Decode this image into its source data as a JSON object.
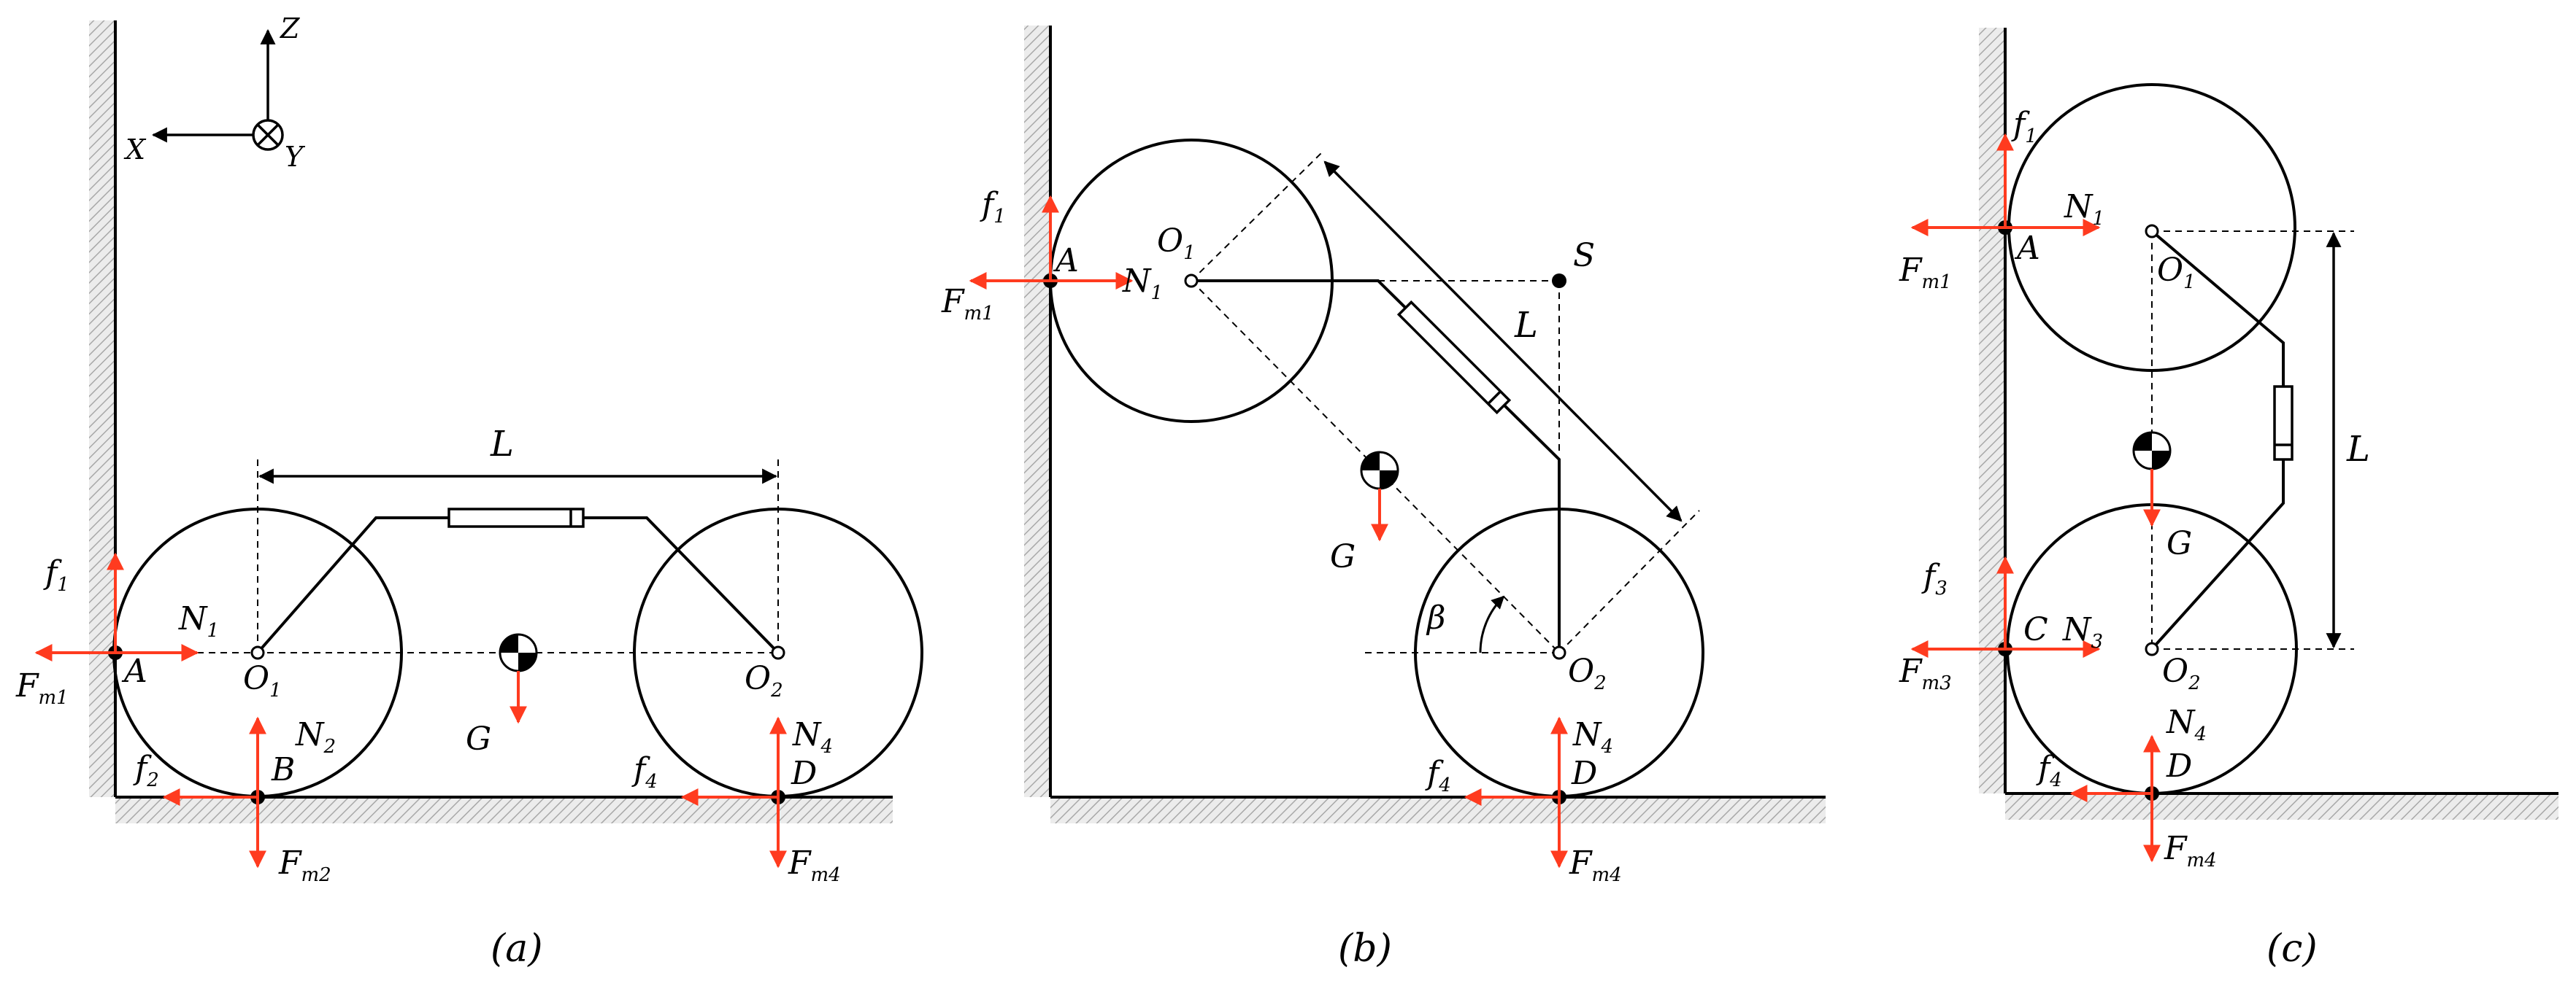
{
  "colors": {
    "force": "#ff3b1f",
    "line": "#000000",
    "hatch": "#9a9a9a"
  },
  "axes": {
    "z": "Z",
    "x": "X",
    "y": "Y"
  },
  "panels": {
    "a": {
      "caption": "(a)",
      "labels": {
        "L": "L",
        "f1": "f",
        "f1_sub": "1",
        "N1": "N",
        "N1_sub": "1",
        "Fm1": "F",
        "Fm1_sub": "m1",
        "A": "A",
        "O1": "O",
        "O1_sub": "1",
        "O2": "O",
        "O2_sub": "2",
        "G": "G",
        "f2": "f",
        "f2_sub": "2",
        "B": "B",
        "N2": "N",
        "N2_sub": "2",
        "Fm2": "F",
        "Fm2_sub": "m2",
        "f4": "f",
        "f4_sub": "4",
        "D": "D",
        "N4": "N",
        "N4_sub": "4",
        "Fm4": "F",
        "Fm4_sub": "m4"
      }
    },
    "b": {
      "caption": "(b)",
      "labels": {
        "f1": "f",
        "f1_sub": "1",
        "A": "A",
        "N1": "N",
        "N1_sub": "1",
        "Fm1": "F",
        "Fm1_sub": "m1",
        "O1": "O",
        "O1_sub": "1",
        "S": "S",
        "L": "L",
        "G": "G",
        "beta": "β",
        "O2": "O",
        "O2_sub": "2",
        "N4": "N",
        "N4_sub": "4",
        "f4": "f",
        "f4_sub": "4",
        "D": "D",
        "Fm4": "F",
        "Fm4_sub": "m4"
      }
    },
    "c": {
      "caption": "(c)",
      "labels": {
        "f1": "f",
        "f1_sub": "1",
        "N1": "N",
        "N1_sub": "1",
        "A": "A",
        "Fm1": "F",
        "Fm1_sub": "m1",
        "O1": "O",
        "O1_sub": "1",
        "L": "L",
        "G": "G",
        "f3": "f",
        "f3_sub": "3",
        "C": "C",
        "N3": "N",
        "N3_sub": "3",
        "Fm3": "F",
        "Fm3_sub": "m3",
        "O2": "O",
        "O2_sub": "2",
        "N4": "N",
        "N4_sub": "4",
        "f4": "f",
        "f4_sub": "4",
        "D": "D",
        "Fm4": "F",
        "Fm4_sub": "m4"
      }
    }
  }
}
